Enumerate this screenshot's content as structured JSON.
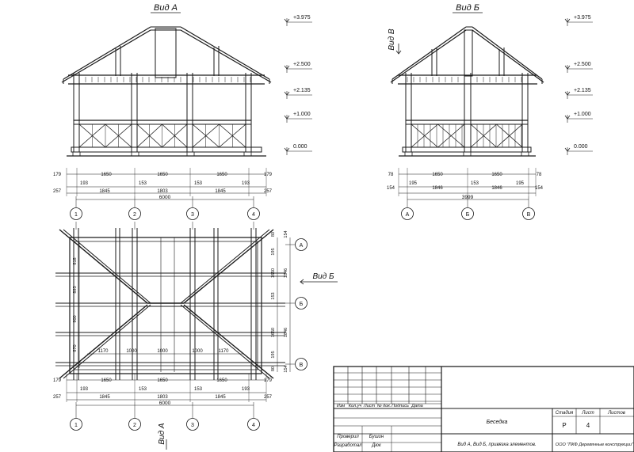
{
  "views": {
    "a": {
      "title": "Вид А",
      "levels": [
        "+3.975",
        "+2.500",
        "+2.135",
        "+1.000",
        "0.000"
      ],
      "dim_row1": [
        "179",
        "1650",
        "1650",
        "1650",
        "179"
      ],
      "dim_row2": [
        "193",
        "153",
        "153",
        "193"
      ],
      "dim_row3": [
        "257",
        "1845",
        "1803",
        "1845",
        "257"
      ],
      "dim_total": "6000",
      "axes": [
        "1",
        "2",
        "3",
        "4"
      ]
    },
    "b": {
      "title": "Вид Б",
      "side_label": "Вид В",
      "levels": [
        "+3.975",
        "+2.500",
        "+2.135",
        "+1.000",
        "0.000"
      ],
      "dim_row1": [
        "78",
        "1650",
        "1650",
        "78"
      ],
      "dim_row2": [
        "195",
        "153",
        "195"
      ],
      "dim_row3": [
        "154",
        "1846",
        "1846",
        "154"
      ],
      "dim_total": "3999",
      "axes": [
        "А",
        "Б",
        "В"
      ]
    },
    "plan": {
      "axes_top": [
        "1",
        "2",
        "3",
        "4"
      ],
      "axes_bottom": [
        "1",
        "2",
        "3",
        "4"
      ],
      "axes_right": [
        "А",
        "Б",
        "В"
      ],
      "view_b_label": "Вид Б",
      "view_a_label": "Вид А",
      "right_dims": [
        "80",
        "195",
        "1650",
        "153",
        "1650",
        "195",
        "80"
      ],
      "right_dims_outer": [
        "154",
        "1846",
        "1846",
        "154"
      ],
      "left_dims": [
        "818",
        "893",
        "900",
        "870"
      ],
      "inner_dims": [
        "1170",
        "1000",
        "1000",
        "1000",
        "1170"
      ],
      "dim_row1": [
        "179",
        "1650",
        "1650",
        "1650",
        "179"
      ],
      "dim_row2": [
        "193",
        "153",
        "153",
        "193"
      ],
      "dim_row3": [
        "257",
        "1845",
        "1803",
        "1845",
        "257"
      ],
      "dim_total": "6000"
    }
  },
  "title_block": {
    "headers": [
      "Изм",
      "Кол.уч",
      "Лист",
      "№ док.",
      "Подпись",
      "Дата"
    ],
    "rows": [
      {
        "role": "Проверил",
        "name": "Бушин"
      },
      {
        "role": "Разработал",
        "name": "Дюк"
      }
    ],
    "object_name": "Беседка",
    "sheet_name": "Вид А, Вид Б, привязка элементов.",
    "stage_header": "Стадия",
    "sheet_header": "Лист",
    "sheets_header": "Листов",
    "stage": "Р",
    "sheet": "4",
    "sheets": "",
    "company": "ООО \"ПКФ Деревянные конструкции\""
  }
}
